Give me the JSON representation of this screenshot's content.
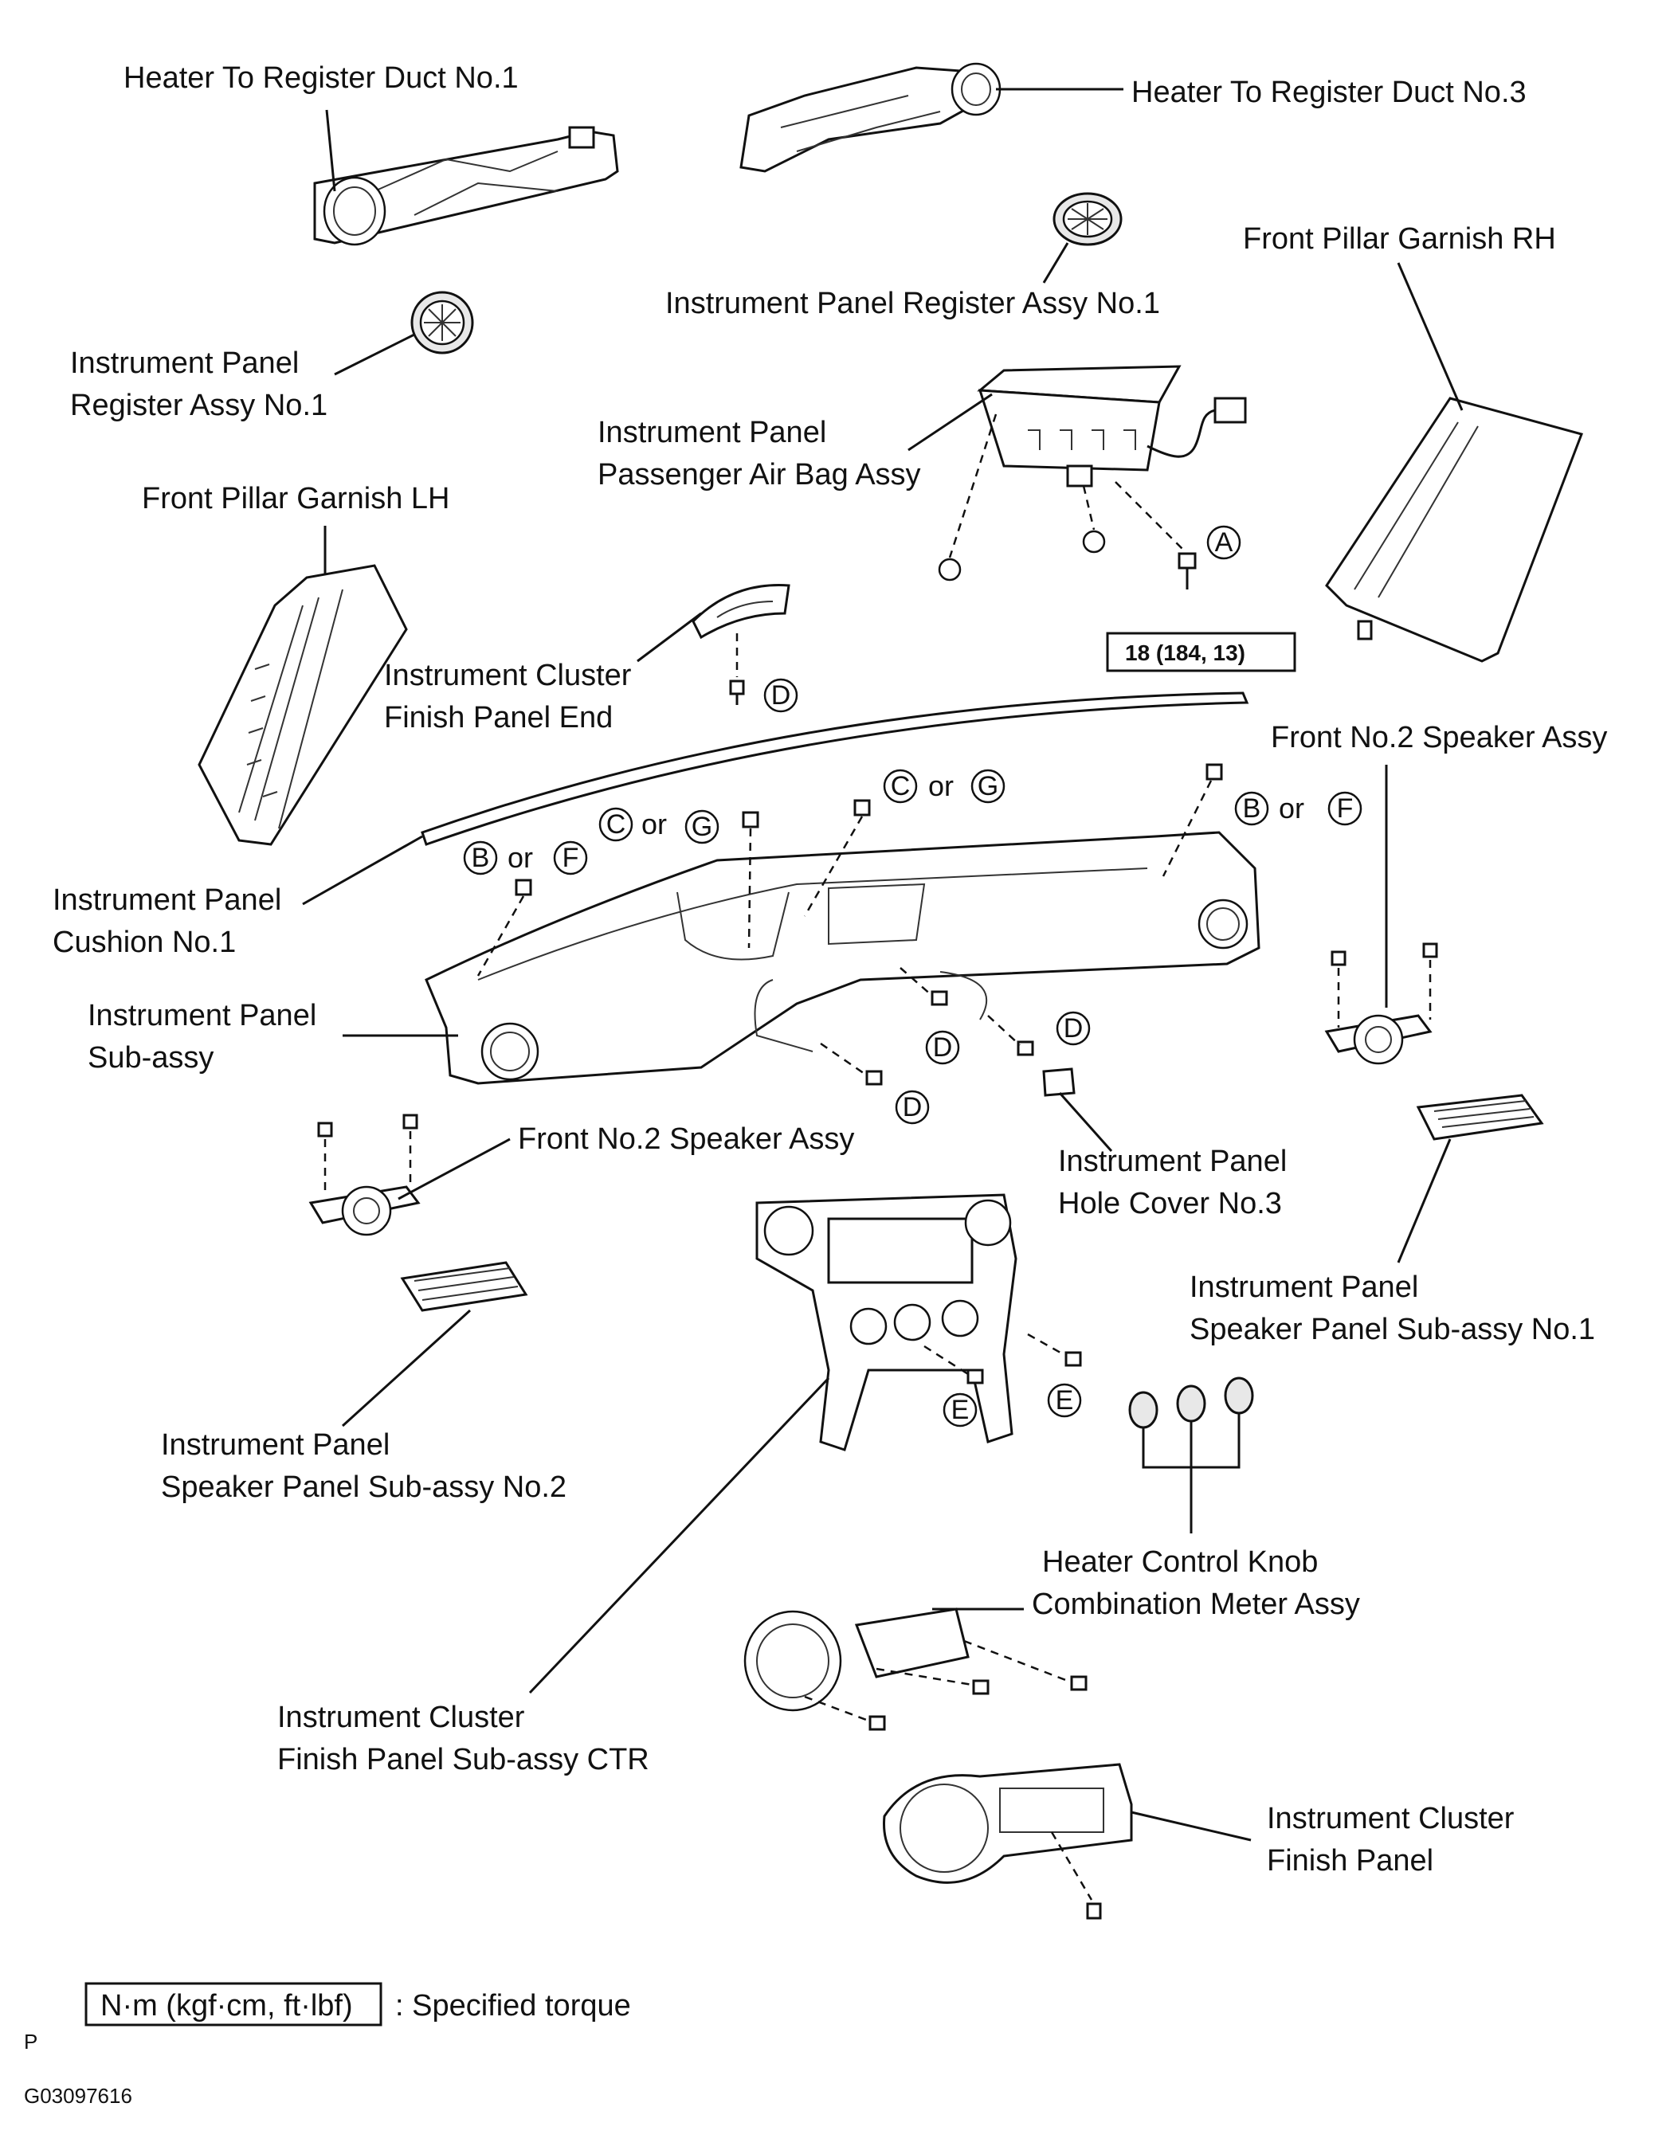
{
  "labels": {
    "heater_duct_1": "Heater To Register Duct No.1",
    "heater_duct_3": "Heater To Register Duct No.3",
    "register_top": "Instrument Panel Register Assy No.1",
    "register_left_l1": "Instrument Panel",
    "register_left_l2": "Register Assy No.1",
    "front_pillar_rh": "Front Pillar Garnish RH",
    "airbag_l1": "Instrument Panel",
    "airbag_l2": "Passenger Air Bag Assy",
    "front_pillar_lh": "Front Pillar Garnish LH",
    "cluster_end_l1": "Instrument Cluster",
    "cluster_end_l2": "Finish Panel End",
    "speaker_right": "Front No.2 Speaker Assy",
    "cushion_l1": "Instrument Panel",
    "cushion_l2": "Cushion No.1",
    "subassy_l1": "Instrument Panel",
    "subassy_l2": "Sub-assy",
    "speaker_left": "Front No.2 Speaker Assy",
    "hole_cover_l1": "Instrument Panel",
    "hole_cover_l2": "Hole Cover No.3",
    "spk_panel_1_l1": "Instrument Panel",
    "spk_panel_1_l2": "Speaker Panel Sub-assy No.1",
    "spk_panel_2_l1": "Instrument Panel",
    "spk_panel_2_l2": "Speaker Panel Sub-assy No.2",
    "heater_knob": "Heater Control Knob",
    "combination_meter": "Combination Meter Assy",
    "ctr_panel_l1": "Instrument Cluster",
    "ctr_panel_l2": "Finish Panel Sub-assy CTR",
    "finish_panel_l1": "Instrument Cluster",
    "finish_panel_l2": "Finish Panel"
  },
  "torque_value": "18 (184, 13)",
  "fastener_codes": {
    "a": "A",
    "b": "B",
    "c": "C",
    "d": "D",
    "e": "E",
    "f": "F",
    "g": "G",
    "or": "or"
  },
  "legend": {
    "unit": "N·m (kgf·cm, ft·lbf)",
    "description": ": Specified torque"
  },
  "footer": {
    "page_letter": "P",
    "figure_id": "G03097616"
  }
}
